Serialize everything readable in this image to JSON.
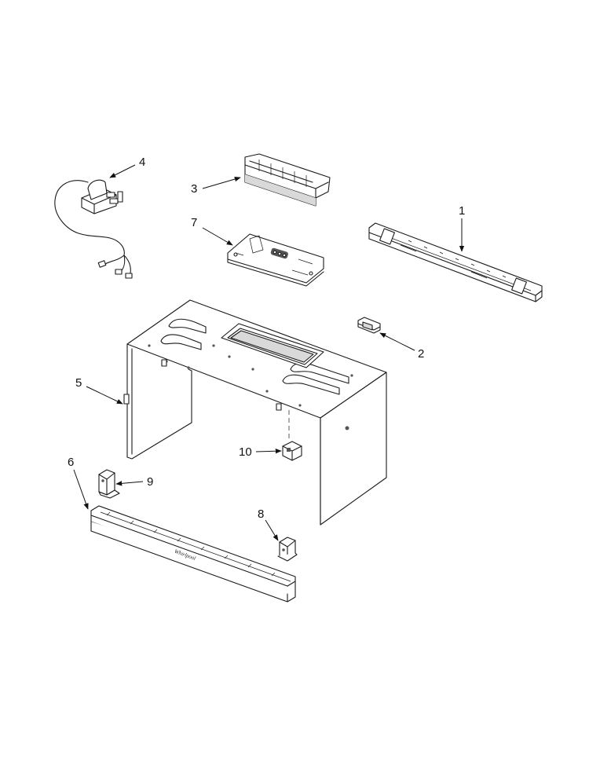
{
  "diagram": {
    "callouts": [
      {
        "id": "1",
        "label": "1"
      },
      {
        "id": "2",
        "label": "2"
      },
      {
        "id": "3",
        "label": "3"
      },
      {
        "id": "4",
        "label": "4"
      },
      {
        "id": "5",
        "label": "5"
      },
      {
        "id": "6",
        "label": "6"
      },
      {
        "id": "7",
        "label": "7"
      },
      {
        "id": "8",
        "label": "8"
      },
      {
        "id": "9",
        "label": "9"
      },
      {
        "id": "10",
        "label": "10"
      }
    ],
    "brand_mark": "Whirlpool"
  }
}
